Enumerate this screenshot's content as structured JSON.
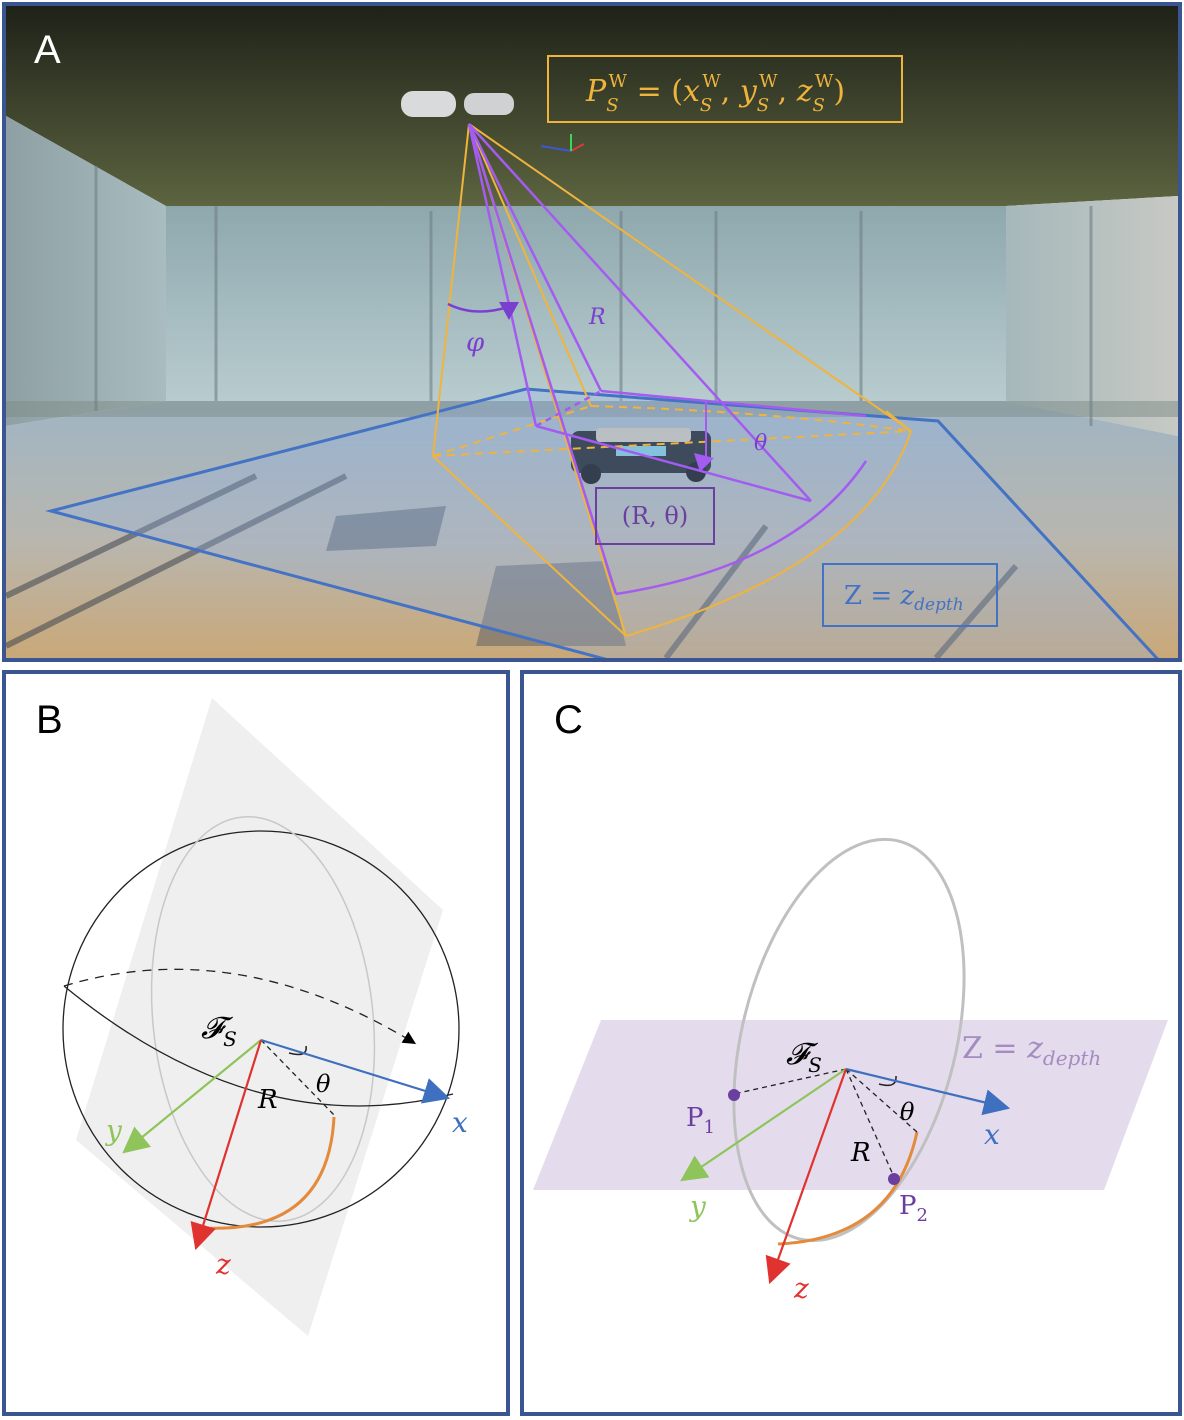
{
  "panels": {
    "a": {
      "letter": "A",
      "position_label": {
        "P": "P",
        "sub": "S",
        "sup": "W",
        "eq": " = (",
        "x": "x",
        "y": "y",
        "z": "z",
        "comma": ", ",
        "close": ")"
      },
      "angle_phi": "φ",
      "range_R": "R",
      "angle_theta": "θ",
      "polar_coord": "(R, θ)",
      "plane_label": {
        "Z": "Z",
        "eq": " = ",
        "z": "z",
        "sub": "depth"
      }
    },
    "b": {
      "letter": "B",
      "frame": {
        "F": "𝓕",
        "sub": "S"
      },
      "axis_x": "x",
      "axis_y": "y",
      "axis_z": "z",
      "range_R": "R",
      "angle_theta": "θ"
    },
    "c": {
      "letter": "C",
      "frame": {
        "F": "𝓕",
        "sub": "S"
      },
      "axis_x": "x",
      "axis_y": "y",
      "axis_z": "z",
      "range_R": "R",
      "angle_theta": "θ",
      "plane_label": {
        "Z": "Z",
        "eq": " = ",
        "z": "z",
        "sub": "depth"
      },
      "p1": {
        "P": "P",
        "sub": "1"
      },
      "p2": {
        "P": "P",
        "sub": "2"
      }
    }
  },
  "colors": {
    "frame_border": "#3a5592",
    "sonar_yellow": "#f0b43c",
    "beam_purple": "#a45cf0",
    "label_purple": "#6b3fa0",
    "plane_blue": "#4472c4",
    "axis_x": "#3f6fbf",
    "axis_y": "#8ec45a",
    "axis_z": "#e0332f",
    "arc_orange": "#e38a3c",
    "ellipse_gray": "#c0c0c0",
    "plane_lavender": "#e4dcec"
  }
}
